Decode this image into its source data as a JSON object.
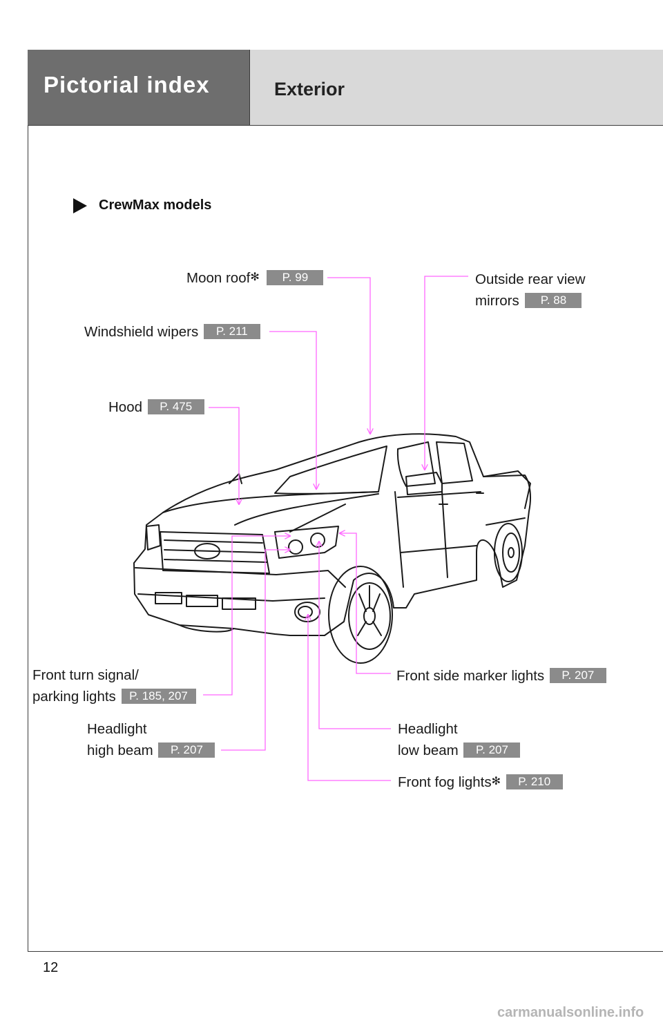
{
  "header": {
    "title": "Pictorial index",
    "subtitle": "Exterior"
  },
  "section_label": "CrewMax models",
  "callouts": {
    "moon_roof": {
      "label": "Moon roof",
      "mark": "✻",
      "page": "P. 99"
    },
    "outside_mirrors": {
      "label_line1": "Outside rear view",
      "label_line2": "mirrors",
      "page": "P. 88"
    },
    "windshield_wipers": {
      "label": "Windshield wipers",
      "page": "P. 211"
    },
    "hood": {
      "label": "Hood",
      "page": "P. 475"
    },
    "front_turn_signal": {
      "label_line1": "Front turn signal/",
      "label_line2": "parking lights",
      "page": "P. 185, 207"
    },
    "front_side_marker": {
      "label": "Front side marker lights",
      "page": "P. 207"
    },
    "headlight_high": {
      "label_line1": "Headlight",
      "label_line2": "high beam",
      "page": "P. 207"
    },
    "headlight_low": {
      "label_line1": "Headlight",
      "label_line2": "low beam",
      "page": "P. 207"
    },
    "front_fog": {
      "label": "Front fog lights",
      "mark": "✻",
      "page": "P. 210"
    }
  },
  "page_number": "12",
  "watermark": "carmanualsonline.info",
  "colors": {
    "leader_line": "#ff66ff",
    "badge": "#8b8b8b",
    "header_dark": "#6e6e6e",
    "header_light": "#d9d9d9"
  }
}
